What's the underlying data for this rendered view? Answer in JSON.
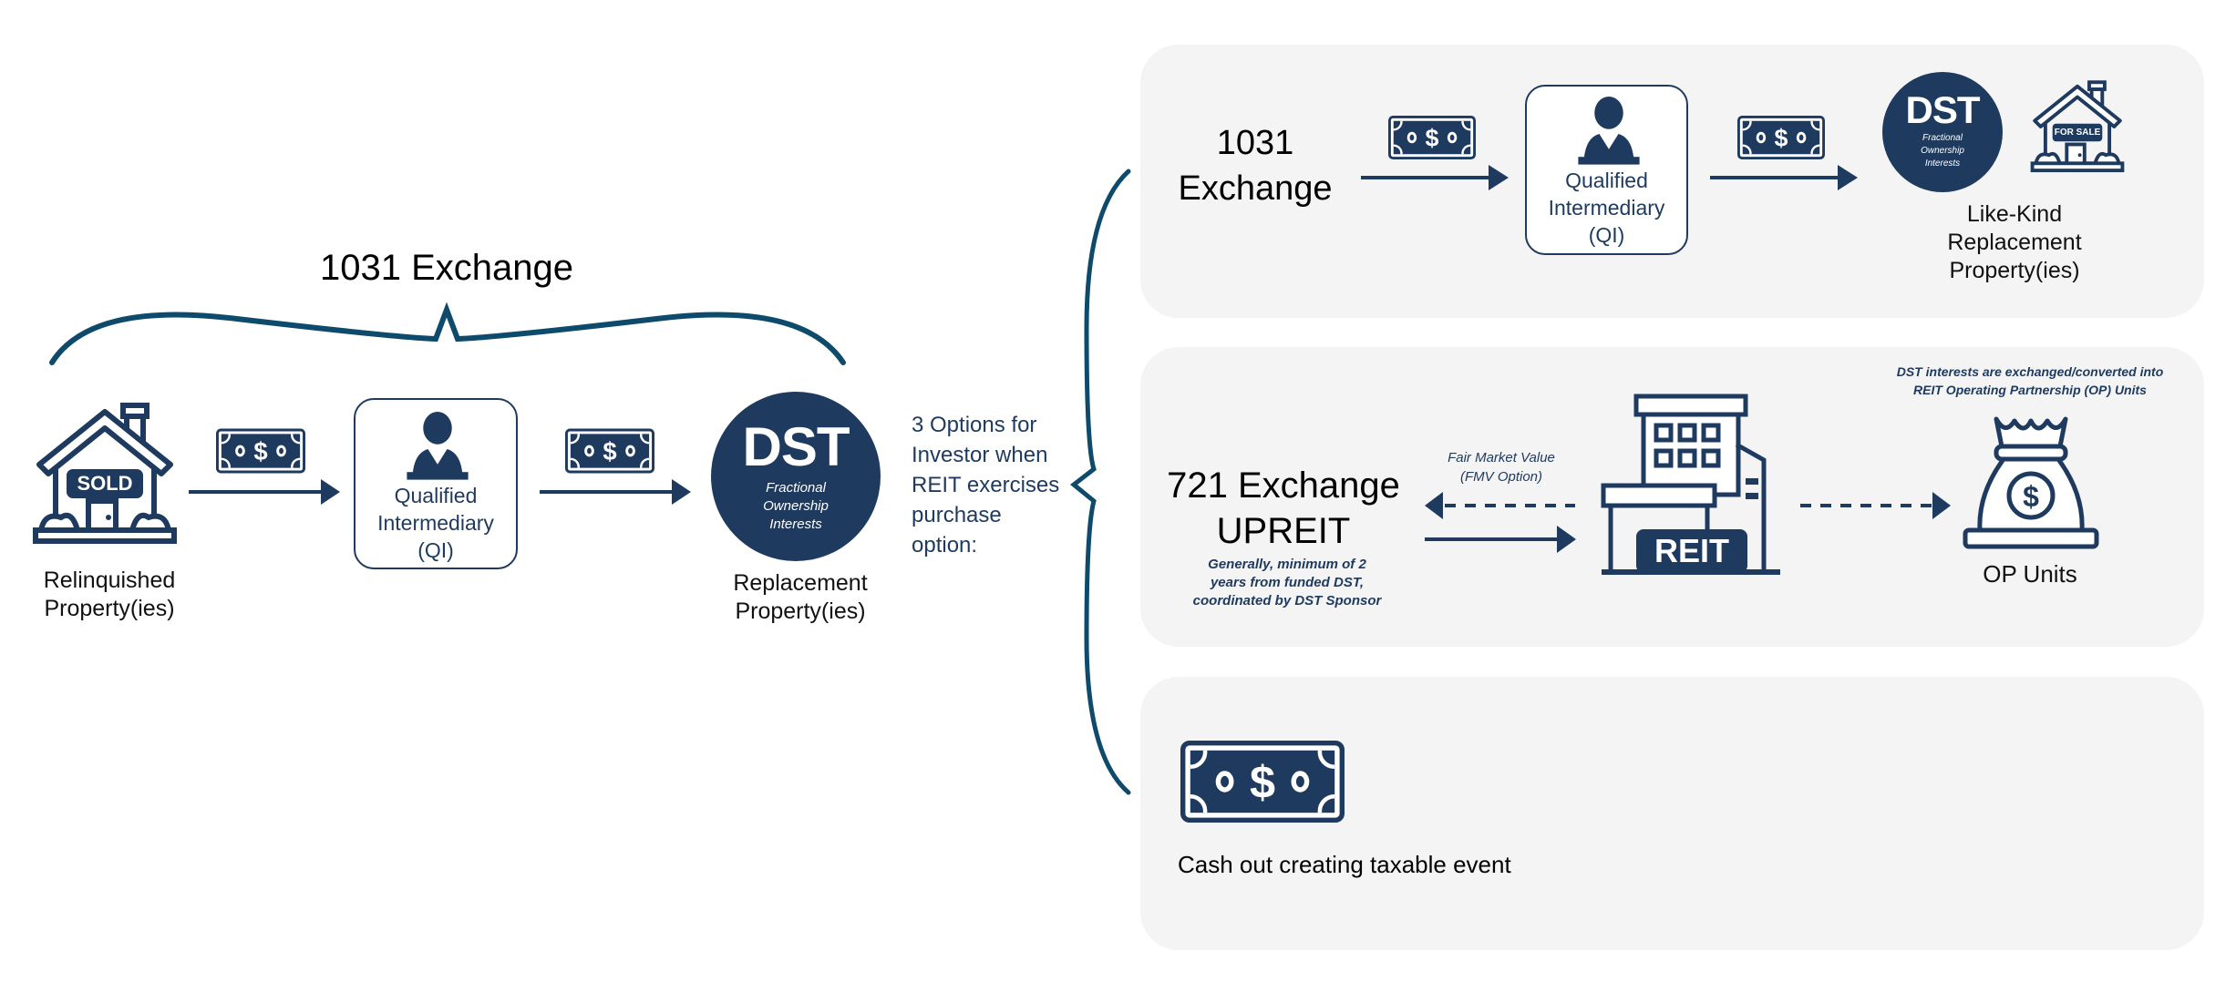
{
  "colors": {
    "navy": "#1e3a5f",
    "brace": "#0d4a6b",
    "panel_bg": "#f4f4f4"
  },
  "left_flow": {
    "title": "1031 Exchange",
    "relinquished": {
      "icon": "house-sold-icon",
      "badge": "SOLD",
      "label_line1": "Relinquished",
      "label_line2": "Property(ies)"
    },
    "qi": {
      "icon": "person-icon",
      "line1": "Qualified",
      "line2": "Intermediary",
      "line3": "(QI)"
    },
    "dst": {
      "title": "DST",
      "sub1": "Fractional",
      "sub2": "Ownership",
      "sub3": "Interests",
      "label_line1": "Replacement",
      "label_line2": "Property(ies)"
    },
    "money_icon": "dollar-bill-icon"
  },
  "options_intro": {
    "line1": "3 Options for",
    "line2": "Investor when",
    "line3": "REIT exercises",
    "line4": "purchase",
    "line5": "option:"
  },
  "options": [
    {
      "title_line1": "1031",
      "title_line2": "Exchange",
      "qi": {
        "line1": "Qualified",
        "line2": "Intermediary",
        "line3": "(QI)"
      },
      "dst": {
        "title": "DST",
        "sub1": "Fractional",
        "sub2": "Ownership",
        "sub3": "Interests"
      },
      "house_badge": "FOR SALE",
      "label_line1": "Like-Kind",
      "label_line2": "Replacement",
      "label_line3": "Property(ies)"
    },
    {
      "title_line1": "721 Exchange",
      "title_line2": "UPREIT",
      "note_line1": "Generally, minimum of 2",
      "note_line2": "years from funded DST,",
      "note_line3": "coordinated by DST Sponsor",
      "fmv_line1": "Fair Market Value",
      "fmv_line2": "(FMV Option)",
      "building_label": "REIT",
      "conversion_line1": "DST interests are exchanged/converted into",
      "conversion_line2": "REIT Operating Partnership (OP) Units",
      "bag_label": "OP Units"
    },
    {
      "label": "Cash out creating taxable event"
    }
  ]
}
